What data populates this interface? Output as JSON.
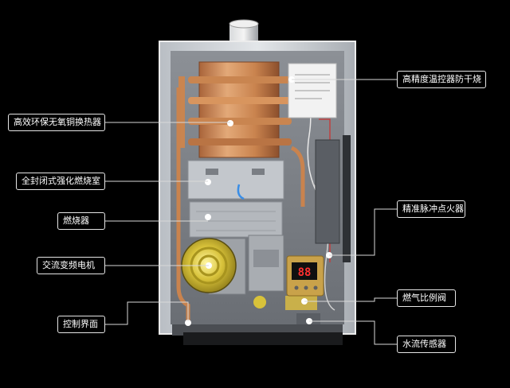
{
  "callouts": {
    "heat_exchanger": "高效环保无氧铜换热器",
    "combustion_chamber": "全封闭式强化燃烧室",
    "burner": "燃烧器",
    "fan_motor": "交流变频电机",
    "control_interface": "控制界面",
    "temp_control": "高精度温控器防干烧",
    "ignition": "精准脉冲点火器",
    "gas_valve": "燃气比例阀",
    "flow_sensor": "水流传感器"
  },
  "display_reading": "88",
  "colors": {
    "background": "#000000",
    "cabinet": "#c9cdd2",
    "copper": "#c9834e",
    "leader_line": "#d8d8d8"
  }
}
